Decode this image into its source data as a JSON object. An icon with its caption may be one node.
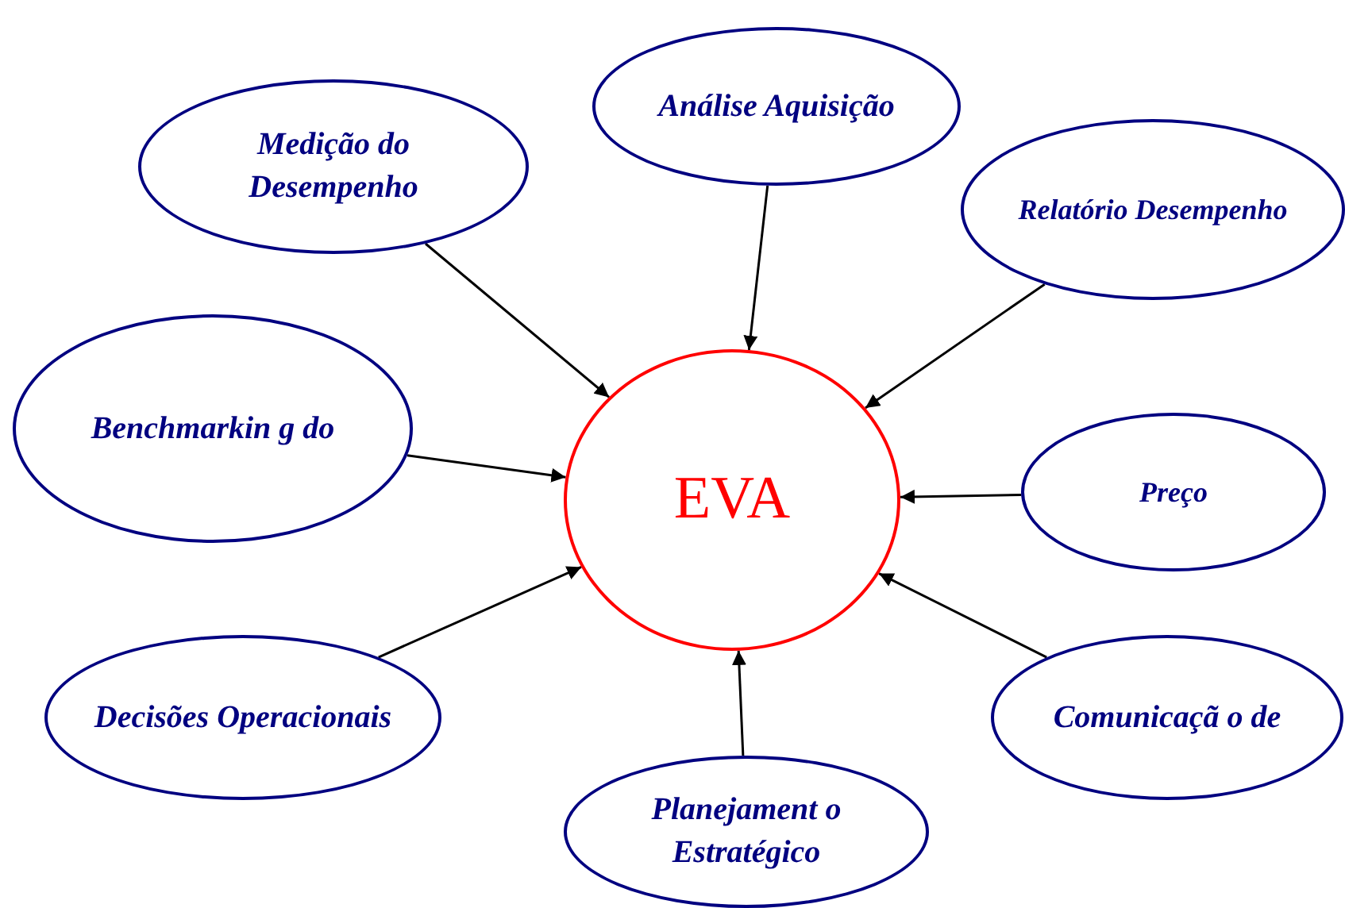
{
  "diagram": {
    "nodes": [
      {
        "text": [
          "Análise Aquisição"
        ]
      },
      {
        "text": [
          "Medição do Desempenho"
        ]
      },
      {
        "text": [
          "Relatório Desempenho"
        ]
      },
      {
        "text": [
          "Benchmarkin g do"
        ]
      },
      {
        "text": [
          "Preço"
        ]
      },
      {
        "text": [
          "EVA"
        ]
      },
      {
        "text": [
          "Decisões Operacionais"
        ]
      },
      {
        "text": [
          "Comunicaçã o de"
        ]
      },
      {
        "text": [
          "Planejament o Estratégico"
        ]
      }
    ],
    "edges": [
      {
        "from": 0,
        "to": 5,
        "arrow": "to"
      },
      {
        "from": 1,
        "to": 5,
        "arrow": "to"
      },
      {
        "from": 2,
        "to": 5,
        "arrow": "to"
      },
      {
        "from": 3,
        "to": 5,
        "arrow": "to"
      },
      {
        "from": 4,
        "to": 5,
        "arrow": "to"
      },
      {
        "from": 6,
        "to": 5,
        "arrow": "to"
      },
      {
        "from": 7,
        "to": 5,
        "arrow": "to"
      },
      {
        "from": 8,
        "to": 5,
        "arrow": "to"
      }
    ]
  }
}
